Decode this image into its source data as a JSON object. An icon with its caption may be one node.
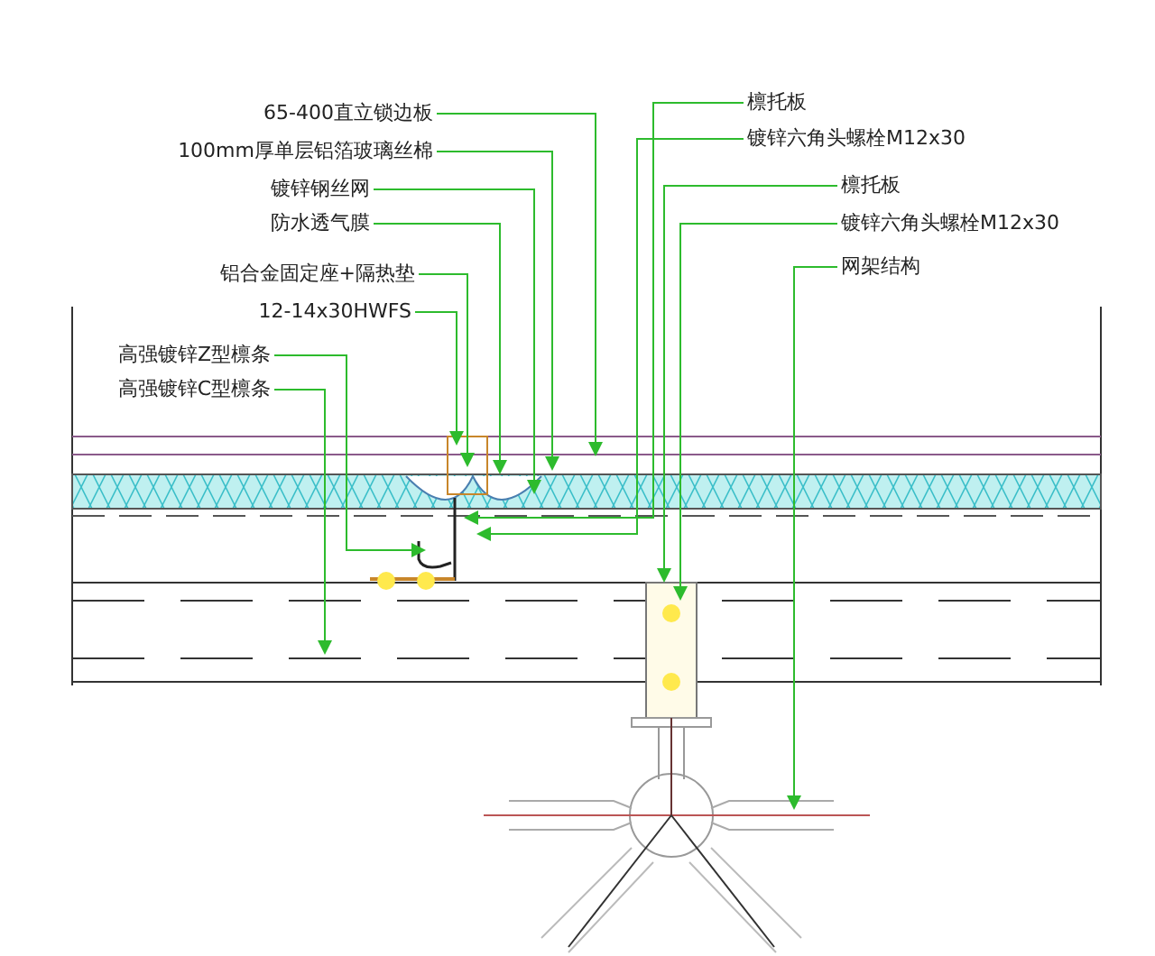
{
  "diagram": {
    "nodes": [
      {
        "text": [
          "65-400直立锁边板"
        ]
      },
      {
        "text": [
          "100mm厚单层铝箔玻璃丝棉"
        ]
      },
      {
        "text": [
          "镀锌钢丝网"
        ]
      },
      {
        "text": [
          "防水透气膜"
        ]
      },
      {
        "text": [
          "铝合金固定座+隔热垫"
        ]
      },
      {
        "text": [
          "12-14x30HWFS"
        ]
      },
      {
        "text": [
          "高强镀锌Z型檩条"
        ]
      },
      {
        "text": [
          "高强镀锌C型檩条"
        ]
      },
      {
        "text": [
          "檩托板"
        ]
      },
      {
        "text": [
          "镀锌六角头螺栓M12x30"
        ]
      },
      {
        "text": [
          "檩托板"
        ]
      },
      {
        "text": [
          "镀锌六角头螺栓M12x30"
        ]
      },
      {
        "text": [
          "网架结构"
        ]
      }
    ],
    "edges": [
      {
        "from": 0,
        "to": null,
        "arrow": "to"
      },
      {
        "from": 1,
        "to": null,
        "arrow": "to"
      },
      {
        "from": 2,
        "to": null,
        "arrow": "to"
      },
      {
        "from": 3,
        "to": null,
        "arrow": "to"
      },
      {
        "from": 4,
        "to": null,
        "arrow": "to"
      },
      {
        "from": 5,
        "to": null,
        "arrow": "to"
      },
      {
        "from": 6,
        "to": null,
        "arrow": "to"
      },
      {
        "from": 7,
        "to": null,
        "arrow": "to"
      },
      {
        "from": 8,
        "to": null,
        "arrow": "to"
      },
      {
        "from": 9,
        "to": null,
        "arrow": "to"
      },
      {
        "from": 10,
        "to": null,
        "arrow": "to"
      },
      {
        "from": 11,
        "to": null,
        "arrow": "to"
      },
      {
        "from": 12,
        "to": null,
        "arrow": "to"
      }
    ]
  }
}
